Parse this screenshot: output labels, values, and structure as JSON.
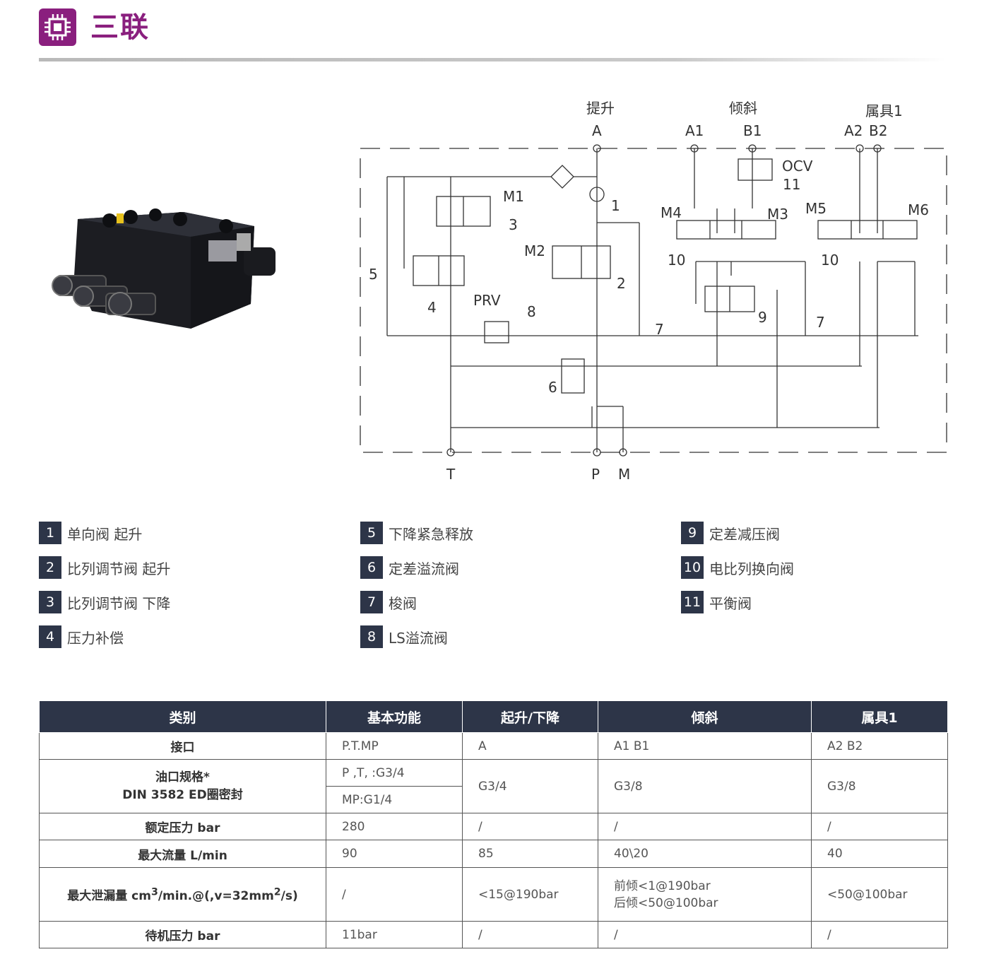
{
  "header": {
    "title": "三联",
    "icon": "chip-icon",
    "accent": "#8a1f7e"
  },
  "schematic": {
    "labels": {
      "lift": "提升",
      "tilt": "倾斜",
      "attach": "属具1",
      "A": "A",
      "A1": "A1",
      "B1": "B1",
      "A2": "A2",
      "B2": "B2",
      "OCV": "OCV",
      "M1": "M1",
      "M2": "M2",
      "M3": "M3",
      "M4": "M4",
      "M5": "M5",
      "M6": "M6",
      "PRV": "PRV",
      "T": "T",
      "P": "P",
      "M": "M",
      "n1": "1",
      "n2": "2",
      "n3": "3",
      "n4": "4",
      "n5": "5",
      "n6": "6",
      "n7a": "7",
      "n7b": "7",
      "n8": "8",
      "n9": "9",
      "n10a": "10",
      "n10b": "10",
      "n11": "11"
    }
  },
  "legend": [
    {
      "num": "1",
      "text": "单向阀 起升"
    },
    {
      "num": "2",
      "text": "比列调节阀 起升"
    },
    {
      "num": "3",
      "text": "比列调节阀 下降"
    },
    {
      "num": "4",
      "text": "压力补偿"
    },
    {
      "num": "5",
      "text": "下降紧急释放"
    },
    {
      "num": "6",
      "text": "定差溢流阀"
    },
    {
      "num": "7",
      "text": "梭阀"
    },
    {
      "num": "8",
      "text": "LS溢流阀"
    },
    {
      "num": "9",
      "text": "定差减压阀"
    },
    {
      "num": "10",
      "text": "电比列换向阀"
    },
    {
      "num": "11",
      "text": "平衡阀"
    }
  ],
  "table": {
    "headers": [
      "类别",
      "基本功能",
      "起升/下降",
      "倾斜",
      "属具1"
    ],
    "rows": {
      "ports": {
        "label": "接口",
        "basic": "P.T.MP",
        "lift": "A",
        "tilt": "A1 B1",
        "attach": "A2 B2"
      },
      "thread": {
        "label1": "油口规格*",
        "label2": "DIN 3582 ED圈密封",
        "basic1": "P ,T, :G3/4",
        "basic2": "MP:G1/4",
        "lift": "G3/4",
        "tilt": "G3/8",
        "attach": "G3/8"
      },
      "pressure": {
        "label": "额定压力 bar",
        "basic": "280",
        "lift": "/",
        "tilt": "/",
        "attach": "/"
      },
      "flow": {
        "label": "最大流量 L/min",
        "basic": "90",
        "lift": "85",
        "tilt": "40\\20",
        "attach": "40"
      },
      "leak": {
        "label_a": "最大泄漏量 cm",
        "sup1": "3",
        "label_b": "/min.@(,v=32mm",
        "sup2": "2",
        "label_c": "/s)",
        "basic": "/",
        "lift": "<15@190bar",
        "tilt1": "前倾<1@190bar",
        "tilt2": "后倾<50@100bar",
        "attach": "<50@100bar"
      },
      "standby": {
        "label": "待机压力 bar",
        "basic": "11bar",
        "lift": "/",
        "tilt": "/",
        "attach": "/"
      }
    }
  }
}
